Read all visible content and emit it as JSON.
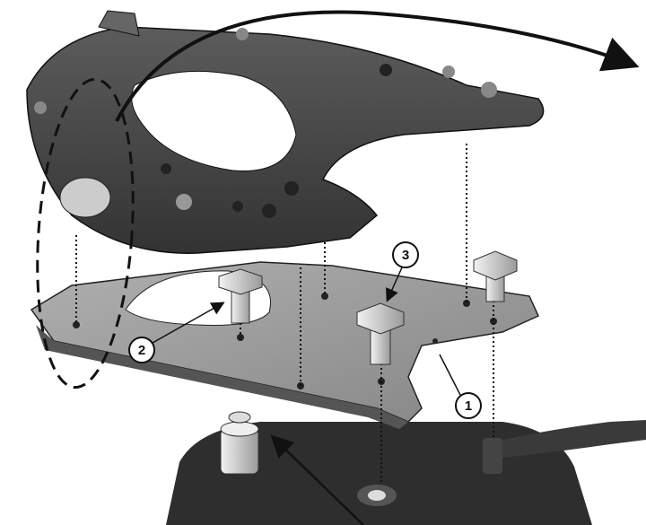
{
  "diagram": {
    "callouts": [
      {
        "label": "1",
        "part": "plate"
      },
      {
        "label": "2",
        "part": "bolt-left"
      },
      {
        "label": "3",
        "part": "bolt-center"
      }
    ],
    "colors": {
      "rack": "#4a4a4a",
      "plate": "#9a9a9a",
      "bolt": "#d8d8d8",
      "line": "#111111"
    }
  }
}
